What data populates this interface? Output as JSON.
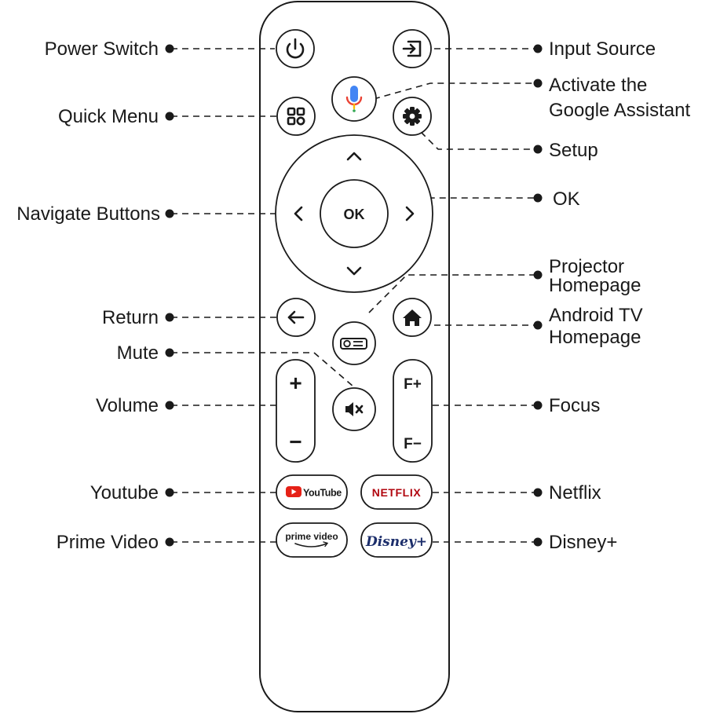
{
  "labels": {
    "power": "Power Switch",
    "input": "Input Source",
    "assistant_line1": "Activate the",
    "assistant_line2": "Google Assistant",
    "quick_menu": "Quick Menu",
    "setup": "Setup",
    "ok": "OK",
    "navigate": "Navigate Buttons",
    "projector_line1": "Projector",
    "projector_line2": "Homepage",
    "return": "Return",
    "android_line1": "Android TV",
    "android_line2": "Homepage",
    "mute": "Mute",
    "volume": "Volume",
    "focus": "Focus",
    "youtube": "Youtube",
    "netflix": "Netflix",
    "prime": "Prime Video",
    "disney": "Disney+"
  },
  "remote": {
    "ok_text": "OK",
    "vol_plus": "+",
    "vol_minus": "−",
    "focus_plus": "F+",
    "focus_minus": "F−",
    "youtube_text": "YouTube",
    "netflix_text": "NETFLIX",
    "prime_text": "prime video",
    "disney_text": "Disney+"
  },
  "colors": {
    "ink": "#1a1a1a",
    "youtube_red": "#e62117",
    "netflix_red": "#b1060f",
    "disney_blue": "#1c2e6b",
    "mic_blue": "#4285f4",
    "mic_red": "#ea4335",
    "mic_yellow": "#fbbc05",
    "mic_green": "#34a853"
  }
}
